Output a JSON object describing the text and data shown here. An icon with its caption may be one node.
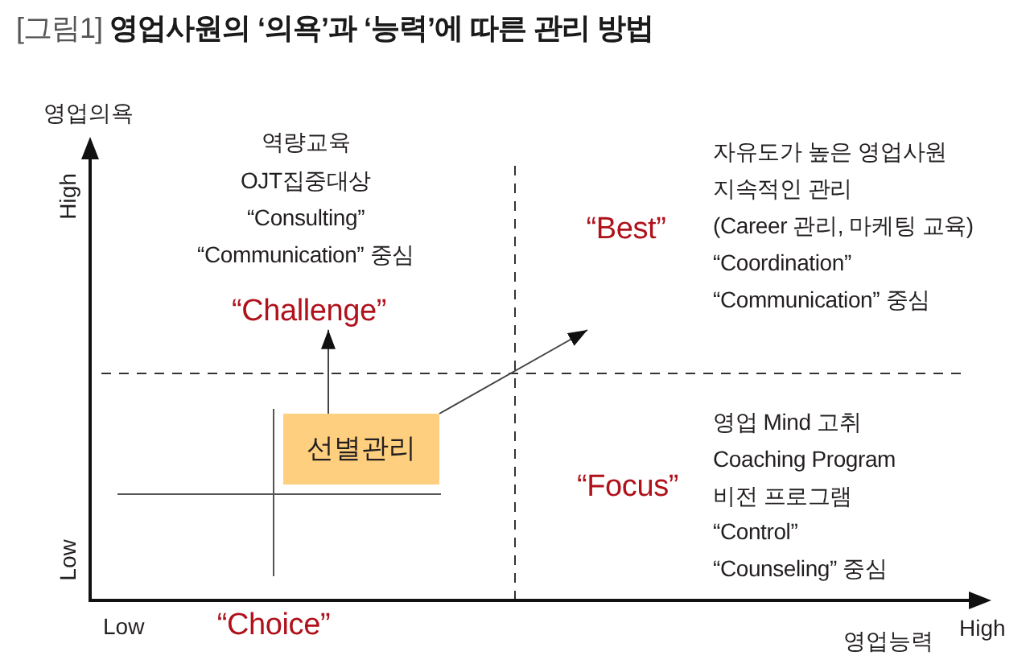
{
  "diagram": {
    "title": "[그림1] **영업사원의 ‘의욕’과 ‘능력’에 따른 관리 방법**",
    "nodes": [
      {
        "text": [
          "“Challenge”"
        ]
      },
      {
        "text": [
          "선별관리"
        ]
      }
    ],
    "edges": [
      {
        "from": 1,
        "to": 0,
        "arrow": "to"
      },
      {
        "from": 1,
        "to": null,
        "arrow": "to"
      }
    ],
    "labels": [
      "영업의욕",
      "High",
      "역량교육",
      "OJT집중대상",
      "“Consulting”",
      "“Communication” 중심",
      "“Best”",
      "자유도가 높은 영업사원",
      "지속적인 관리",
      "(Career 관리, 마케팅 교육)",
      "“Coordination”",
      "“Communication” 중심",
      "Low",
      "“Focus”",
      "영업 Mind 고취",
      "Coaching Program",
      "비전 프로그램",
      "“Control”",
      "“Counseling” 중심",
      "Low",
      "“Choice”",
      "영업능력",
      "High"
    ]
  }
}
